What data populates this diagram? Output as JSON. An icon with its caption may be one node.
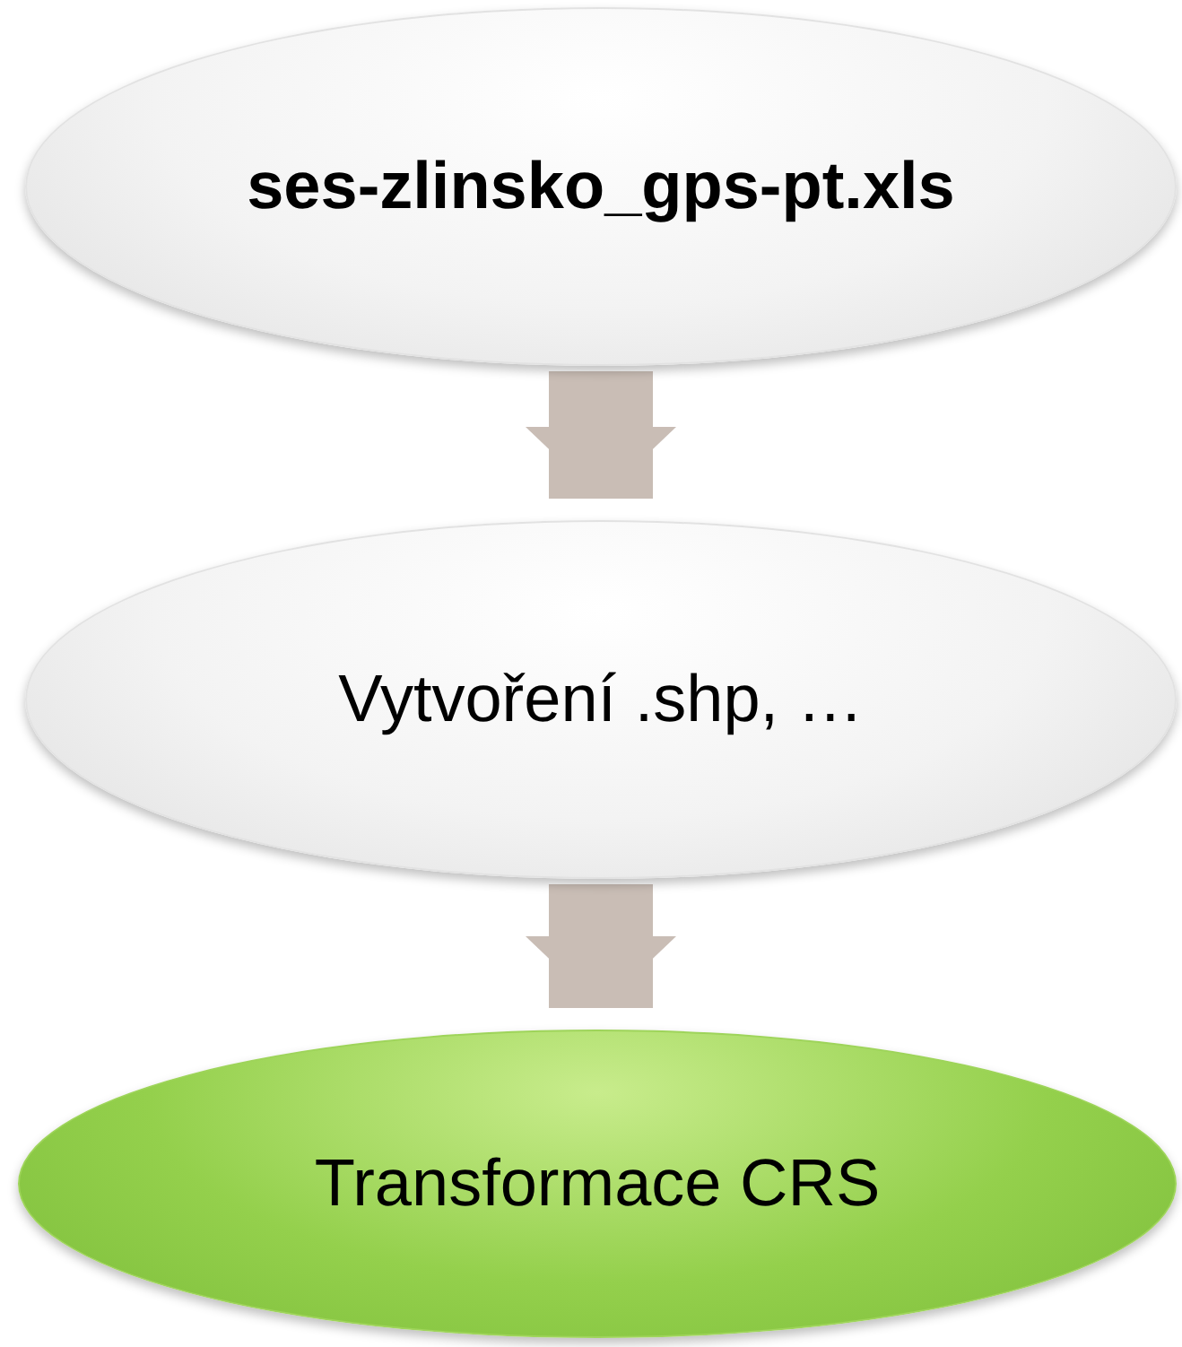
{
  "diagram": {
    "nodes": [
      {
        "text": [
          "ses-zlinsko_gps-pt.xls"
        ]
      },
      {
        "text": [
          "Vytvoření .shp, …"
        ]
      },
      {
        "text": [
          "Transformace CRS"
        ]
      }
    ],
    "edges": [
      {
        "from": 0,
        "to": 1,
        "arrow": "to"
      },
      {
        "from": 1,
        "to": 2,
        "arrow": "to"
      }
    ]
  }
}
